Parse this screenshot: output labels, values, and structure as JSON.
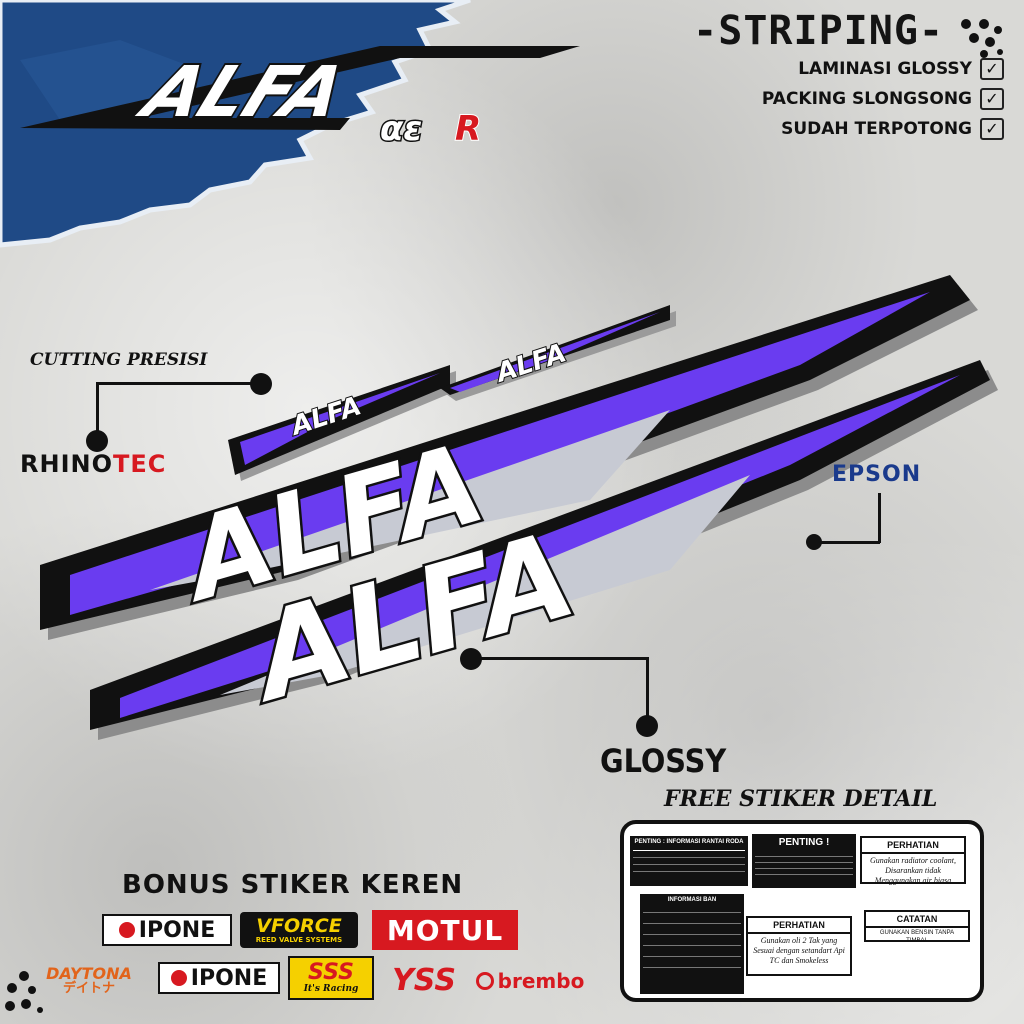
{
  "logo": {
    "main": "ALFA",
    "sub1": "αε",
    "sub2": "R"
  },
  "header": {
    "title": "-STRIPING-",
    "features": [
      {
        "label": "LAMINASI GLOSSY",
        "check": "✓"
      },
      {
        "label": "PACKING SLONGSONG",
        "check": "✓"
      },
      {
        "label": "SUDAH TERPOTONG",
        "check": "✓"
      }
    ]
  },
  "stickers": {
    "small_text": "ALFA",
    "large_text": "ALFA",
    "colors": {
      "accent": "#6a3cf0",
      "base": "#111111",
      "highlight": "#ffffff",
      "shadow": "#b9bcc4"
    }
  },
  "callouts": {
    "cutting": "CUTTING PRESISI",
    "rhino_black": "RHINO",
    "rhino_red": "TEC",
    "epson": "EPSON",
    "glossy": "GLOSSY"
  },
  "detail": {
    "title": "FREE STIKER DETAIL",
    "panels": {
      "tire_info_title": "PENTING : INFORMASI RANTAI RODA",
      "penting_title": "PENTING !",
      "perhatian1_title": "PERHATIAN",
      "perhatian1_body": "Gunakan radiator coolant, Disarankan tidak Menggunakan air biasa",
      "ban_title": "INFORMASI BAN",
      "perhatian2_title": "PERHATIAN",
      "perhatian2_body": "Gunakan oli 2 Tak yang Sesuai dengan setandart Api TC dan Smokeless",
      "catatan_title": "CATATAN",
      "catatan_body": "GUNAKAN BENSIN TANPA TIMBAL"
    }
  },
  "bonus": {
    "title": "BONUS STIKER KEREN",
    "brands": [
      "IPONE",
      "VFORCE",
      "REED VALVE SYSTEMS",
      "MOTUL",
      "DAYTONA",
      "デイトナ",
      "IPONE",
      "SSS",
      "It's Racing",
      "YSS",
      "brembo"
    ]
  }
}
